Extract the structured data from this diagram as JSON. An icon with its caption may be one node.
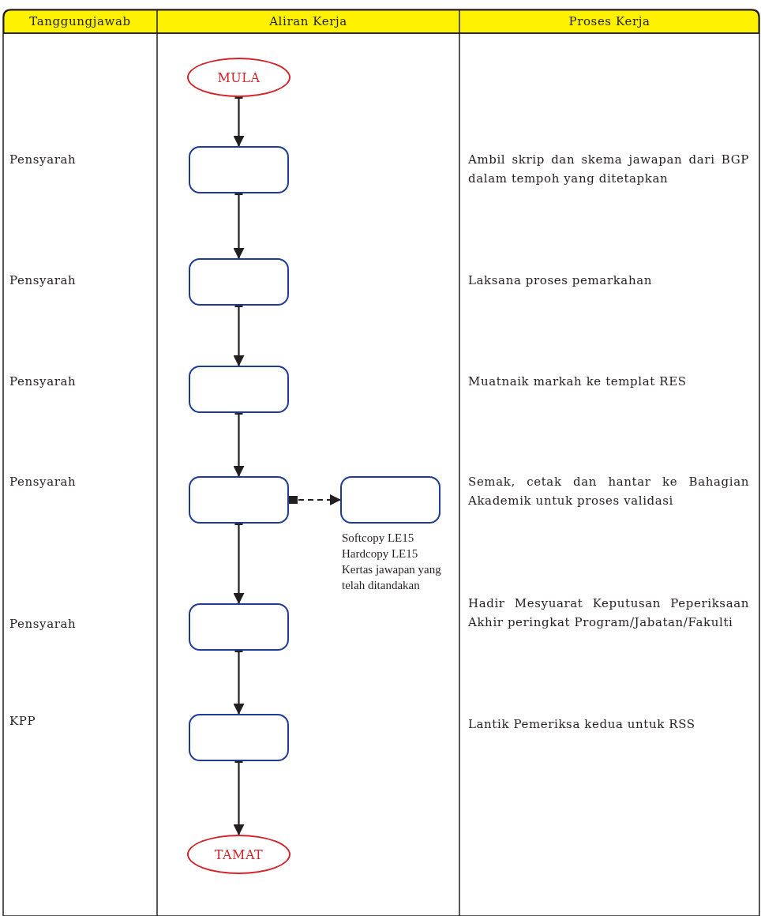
{
  "diagram": {
    "nodes": [
      {
        "text": [
          "MULA"
        ]
      },
      {
        "text": [],
        "shape": "box"
      },
      {
        "text": [],
        "shape": "box"
      },
      {
        "text": [],
        "shape": "box"
      },
      {
        "text": [],
        "shape": "box"
      },
      {
        "text": [],
        "shape": "box",
        "beside": [
          "Softcopy LE15",
          "Hardcopy LE15",
          "Kertas jawapan yang telah ditandakan"
        ]
      },
      {
        "text": [],
        "shape": "box"
      },
      {
        "text": [],
        "shape": "box"
      },
      {
        "text": [
          "TAMAT"
        ]
      }
    ],
    "edges": [
      {
        "from": 0,
        "to": 1,
        "arrow": "to"
      },
      {
        "from": 1,
        "to": 2,
        "arrow": "to"
      },
      {
        "from": 2,
        "to": 3,
        "arrow": "to"
      },
      {
        "from": 3,
        "to": 4,
        "arrow": "to"
      },
      {
        "from": 4,
        "to": 5,
        "arrow": "to",
        "style": "dashed"
      },
      {
        "from": 4,
        "to": 6,
        "arrow": "to"
      },
      {
        "from": 6,
        "to": 7,
        "arrow": "to"
      },
      {
        "from": 7,
        "to": 8,
        "arrow": "to"
      }
    ],
    "labels": [
      "Tanggungjawab",
      "Aliran Kerja",
      "Proses Kerja",
      "Pensyarah",
      "Ambil skrip dan skema jawapan dari BGP dalam tempoh yang ditetapkan",
      "Pensyarah",
      "Laksana proses pemarkahan",
      "Pensyarah",
      "Muatnaik markah ke templat RES",
      "Pensyarah",
      "Semak, cetak dan hantar ke Bahagian Akademik untuk proses validasi",
      "Hadir Mesyuarat Keputusan Peperiksaan Akhir peringkat Program/Jabatan/Fakulti",
      "Pensyarah",
      "KPP",
      "Lantik Pemeriksa kedua untuk RSS"
    ]
  }
}
